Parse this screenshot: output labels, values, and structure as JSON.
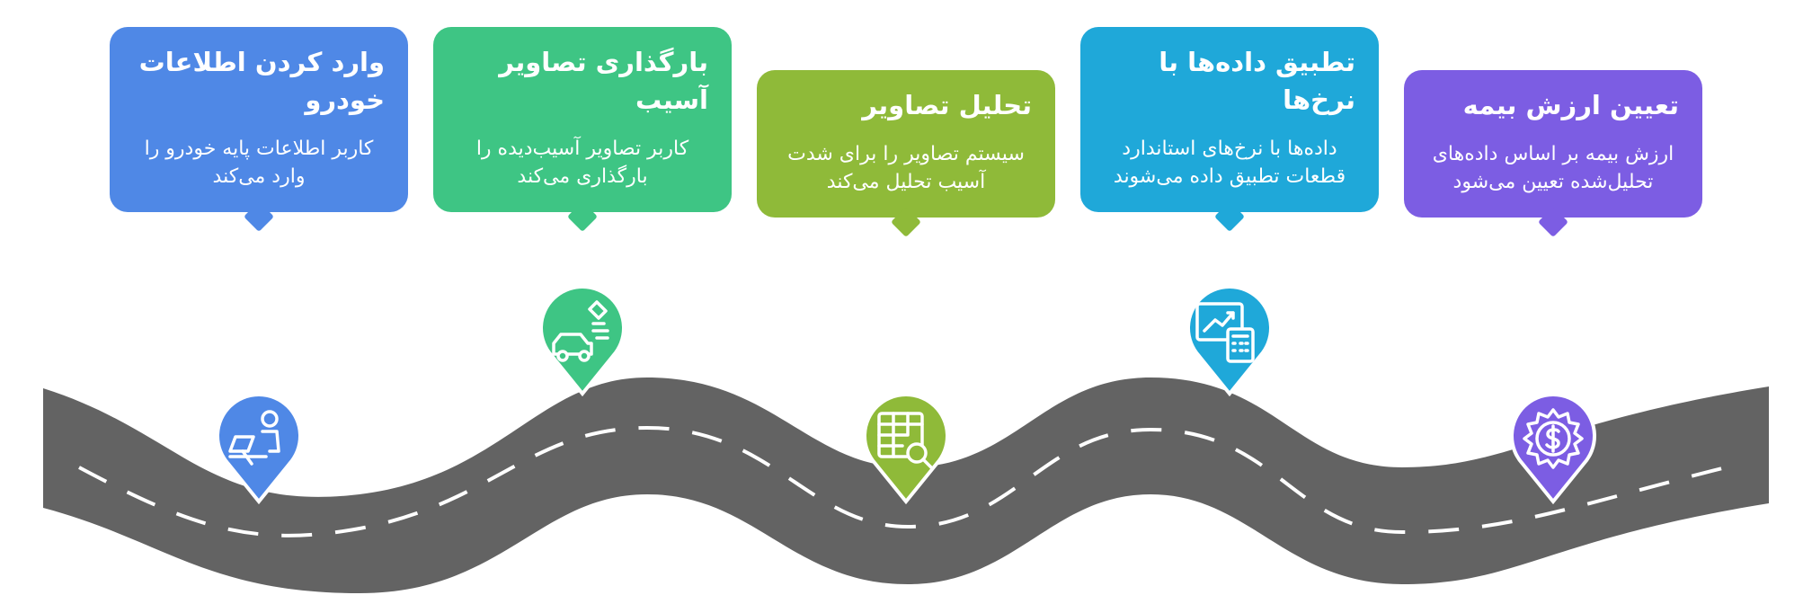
{
  "steps": [
    {
      "title": "وارد کردن اطلاعات خودرو",
      "description": "کاربر اطلاعات پایه خودرو را وارد می‌کند",
      "color": "#4f88e6",
      "icon": "person-laptop-icon"
    },
    {
      "title": "بارگذاری تصاویر آسیب",
      "description": "کاربر تصاویر آسیب‌دیده را بارگذاری می‌کند",
      "color": "#3ec584",
      "icon": "car-satellite-icon"
    },
    {
      "title": "تحلیل تصاویر",
      "description": "سیستم تصاویر را برای شدت آسیب تحلیل می‌کند",
      "color": "#8fba39",
      "icon": "table-search-icon"
    },
    {
      "title": "تطبیق داده‌ها با نرخ‌ها",
      "description": "داده‌ها با نرخ‌های استاندارد قطعات تطبیق داده می‌شوند",
      "color": "#1fa8d9",
      "icon": "chart-calculator-icon"
    },
    {
      "title": "تعیین ارزش بیمه",
      "description": "ارزش بیمه بر اساس داده‌های تحلیل‌شده تعیین می‌شود",
      "color": "#7c5de3",
      "icon": "dollar-gear-icon"
    }
  ],
  "road_color": "#636363",
  "dash_color": "#ffffff"
}
